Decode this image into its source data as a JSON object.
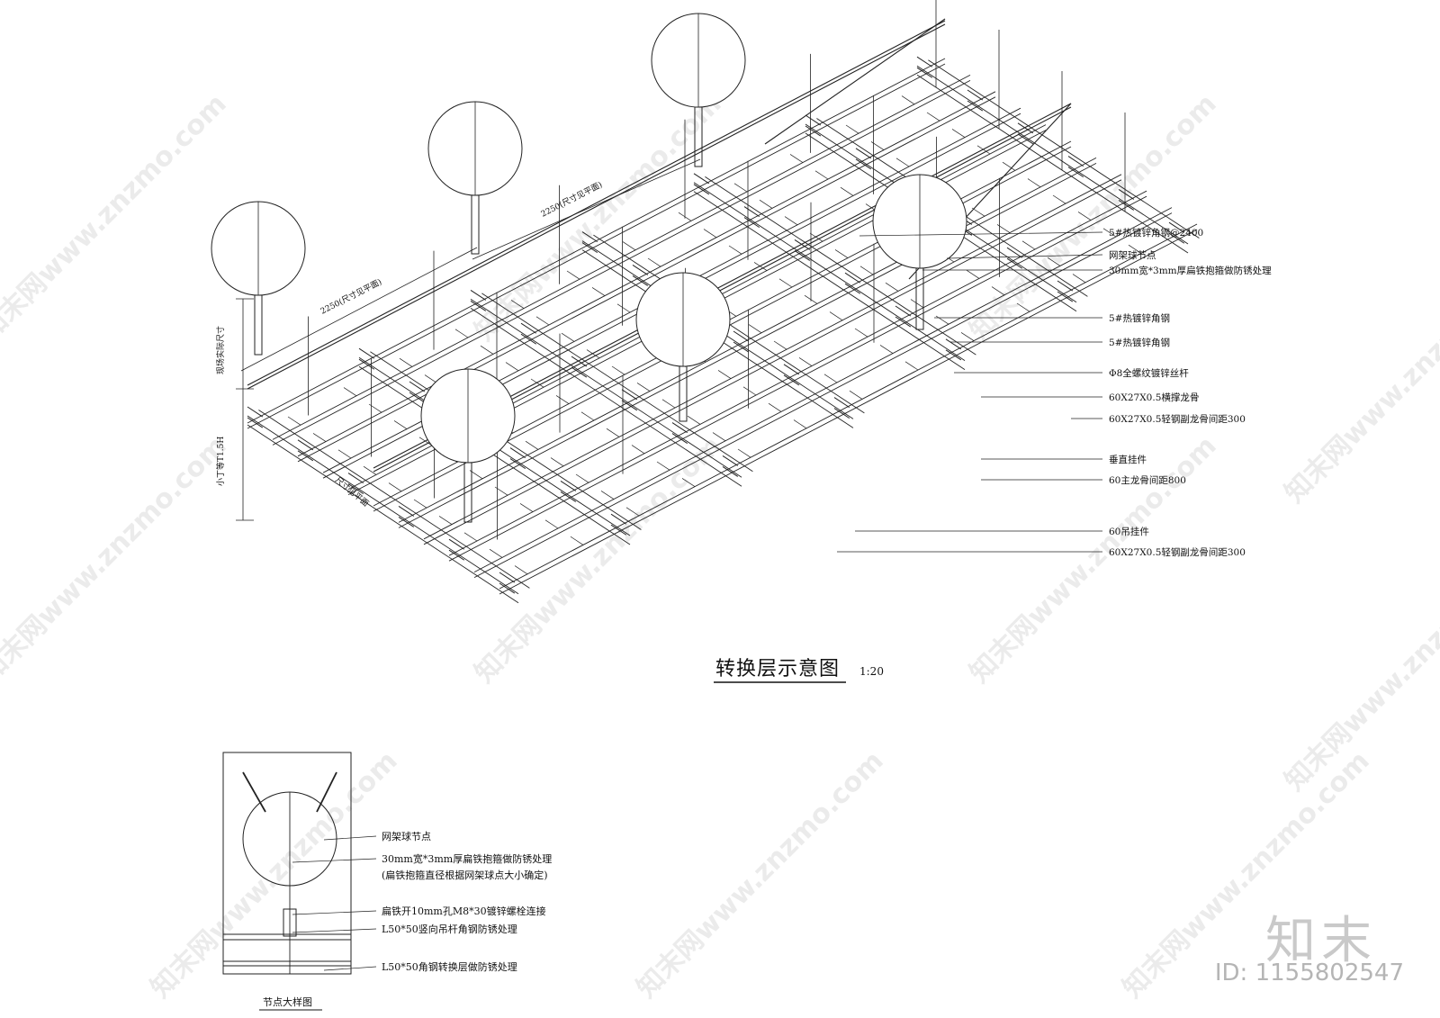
{
  "main_title": "转换层示意图",
  "main_scale": "1:20",
  "dims": {
    "top_right": "2250(尺寸见平面)",
    "top_left": "2250(尺寸见平面)",
    "left_upper": "现场实际尺寸",
    "left_lower": "小丁等T1.5H",
    "diag": "尺寸见平面"
  },
  "callouts": [
    "5#热镀锌角钢@2400",
    "网架球节点",
    "30mm宽*3mm厚扁铁抱箍做防锈处理",
    "5#热镀锌角钢",
    "5#热镀锌角钢",
    "Φ8全螺纹镀锌丝杆",
    "60X27X0.5横撑龙骨",
    "60X27X0.5轻钢副龙骨间距300",
    "垂直挂件",
    "60主龙骨间距800",
    "60吊挂件",
    "60X27X0.5轻钢副龙骨间距300"
  ],
  "detail": {
    "title": "节点大样图",
    "labels": [
      "网架球节点",
      "30mm宽*3mm厚扁铁抱箍做防锈处理",
      "(扁铁抱箍直径根据网架球点大小确定)",
      "扁铁开10mm孔M8*30镀锌螺栓连接",
      "L50*50竖向吊杆角钢防锈处理",
      "L50*50角钢转换层做防锈处理"
    ]
  },
  "watermark": {
    "text": "知末网www.znzmo.com",
    "brand": "知末",
    "id": "ID: 1155802547"
  }
}
